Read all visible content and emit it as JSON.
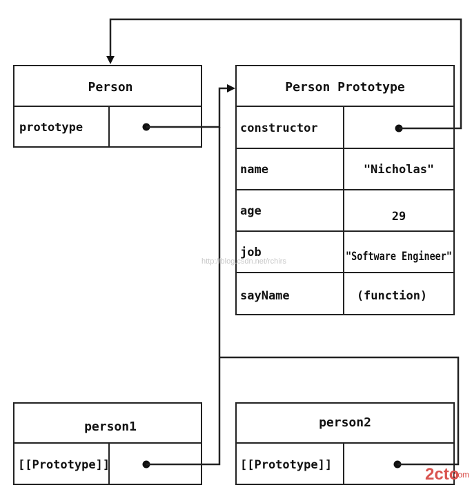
{
  "person": {
    "title": "Person",
    "prototype_label": "prototype"
  },
  "person_prototype": {
    "title": "Person Prototype",
    "rows": [
      {
        "key": "constructor",
        "value": ""
      },
      {
        "key": "name",
        "value": "\"Nicholas\""
      },
      {
        "key": "age",
        "value": "29"
      },
      {
        "key": "job",
        "value": "\"Software Engineer\""
      },
      {
        "key": "sayName",
        "value": "(function)"
      }
    ]
  },
  "person1": {
    "title": "person1",
    "prototype_label": "[[Prototype]]"
  },
  "person2": {
    "title": "person2",
    "prototype_label": "[[Prototype]]"
  },
  "watermark": {
    "text": "http://blog.csdn.net/rchirs"
  },
  "logo": {
    "main": "2cto",
    "sub": ".com"
  }
}
